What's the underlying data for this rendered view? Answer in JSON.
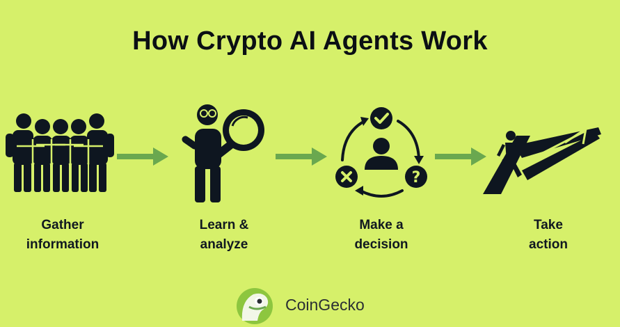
{
  "title": "How Crypto AI Agents Work",
  "steps": [
    {
      "line1": "Gather",
      "line2": "information",
      "icon": "group-of-people-icon"
    },
    {
      "line1": "Learn &",
      "line2": "analyze",
      "icon": "person-with-magnifying-glass-icon"
    },
    {
      "line1": "Make a",
      "line2": "decision",
      "icon": "decision-cycle-icon"
    },
    {
      "line1": "Take",
      "line2": "action",
      "icon": "person-walking-forward-icon"
    }
  ],
  "brand": {
    "name": "CoinGecko",
    "logo": "gecko-logo-icon"
  },
  "colors": {
    "background": "#d6f06a",
    "icon": "#0e1620",
    "arrow": "#6aa84f",
    "logo_green": "#8dc63f"
  }
}
